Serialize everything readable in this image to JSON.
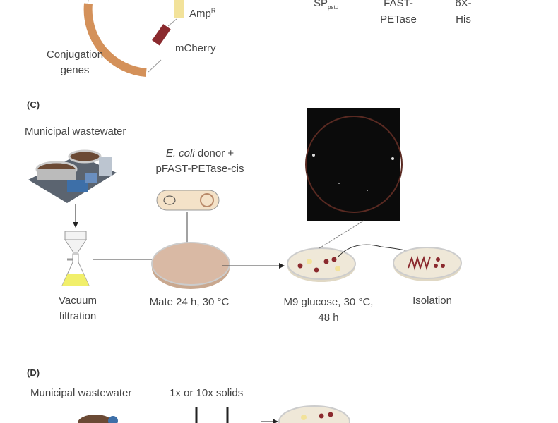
{
  "panel_b": {
    "plasmid_labels": {
      "amp": "Amp",
      "amp_sup": "R",
      "mcherry": "mCherry",
      "conjugation_1": "Conjugation",
      "conjugation_2": "genes"
    },
    "construct": {
      "sp": "SP",
      "sp_sub": "pstu",
      "fast_1": "FAST-",
      "fast_2": "PETase",
      "his_1": "6X-",
      "his_2": "His"
    }
  },
  "panel_c": {
    "label": "(C)",
    "source": "Municipal wastewater",
    "donor_prefix": "E. coli",
    "donor_suffix": " donor +",
    "plasmid": "pFAST-PETase-cis",
    "steps": [
      {
        "l1": "Vacuum",
        "l2": "filtration"
      },
      {
        "l1": "Mate 24 h, 30 °C"
      },
      {
        "l1": "M9 glucose, 30 °C,",
        "l2": "48 h"
      },
      {
        "l1": "Isolation"
      }
    ]
  },
  "panel_d": {
    "label": "(D)",
    "source": "Municipal wastewater",
    "solids": "1x or 10x solids"
  },
  "colors": {
    "orange": "#d4915a",
    "yellow": "#f2e29a",
    "cherry": "#8b2a2e",
    "agar": "#d9b9a4",
    "plate": "#efe8d8"
  }
}
